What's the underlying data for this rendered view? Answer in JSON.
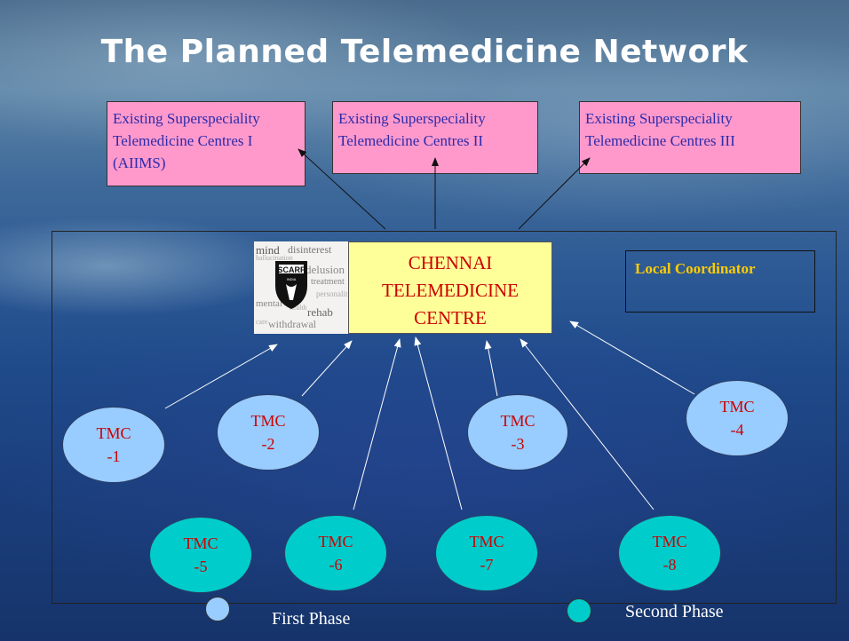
{
  "title": "The Planned Telemedicine Network",
  "superspeciality_centres": [
    {
      "lines": [
        "Existing Superspeciality",
        "Telemedicine Centres I",
        "(AIIMS)"
      ]
    },
    {
      "lines": [
        "Existing Superspeciality",
        "Telemedicine Centres  II"
      ]
    },
    {
      "lines": [
        "Existing Superspeciality",
        "Telemedicine Centres  III"
      ]
    }
  ],
  "center": {
    "lines": [
      "CHENNAI",
      "TELEMEDICINE",
      "CENTRE"
    ],
    "logo": {
      "name": "SCARF",
      "subtitle": "INDIA",
      "words": [
        "mind",
        "disinterest",
        "hallucination",
        "delusion",
        "treatment",
        "personality",
        "mental",
        "rehab",
        "withdrawal",
        "health",
        "care"
      ]
    }
  },
  "coordinator": {
    "label": "Local Coordinator"
  },
  "tmcs": [
    {
      "label": "TMC",
      "num": "-1",
      "phase": "first"
    },
    {
      "label": "TMC",
      "num": "-2",
      "phase": "first"
    },
    {
      "label": "TMC",
      "num": "-3",
      "phase": "first"
    },
    {
      "label": "TMC",
      "num": "-4",
      "phase": "first"
    },
    {
      "label": "TMC",
      "num": "-5",
      "phase": "second"
    },
    {
      "label": "TMC",
      "num": "-6",
      "phase": "second"
    },
    {
      "label": "TMC",
      "num": "-7",
      "phase": "second"
    },
    {
      "label": "TMC",
      "num": "-8",
      "phase": "second"
    }
  ],
  "legend": {
    "first": {
      "label": "First Phase",
      "color": "#99ccff"
    },
    "second": {
      "label": "Second Phase",
      "color": "#00cccc"
    }
  },
  "colors": {
    "super_box_fill": "#ff99cc",
    "center_fill": "#ffff99",
    "center_text": "#cc0000",
    "coordinator_text": "#ffcc00"
  }
}
